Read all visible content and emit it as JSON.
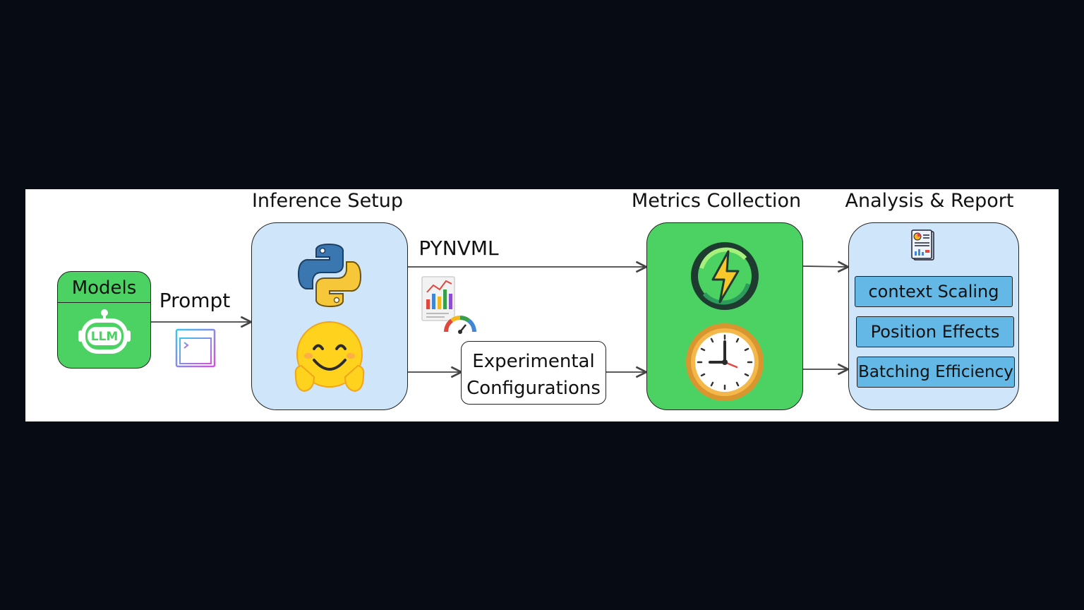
{
  "stages": {
    "models": {
      "title": "Models",
      "badge": "LLM"
    },
    "prompt": {
      "label": "Prompt"
    },
    "inference": {
      "title": "Inference Setup"
    },
    "pynvml": {
      "label": "PYNVML"
    },
    "experimental": {
      "line1": "Experimental",
      "line2": "Configurations"
    },
    "metrics": {
      "title": "Metrics Collection"
    },
    "analysis": {
      "title": "Analysis & Report",
      "items": [
        "context Scaling",
        "Position Effects",
        "Batching Efficiency"
      ]
    }
  },
  "icons": [
    "llm-robot-icon",
    "terminal-window-icon",
    "python-logo-icon",
    "hugging-face-emoji-icon",
    "chart-report-icon",
    "gauge-icon",
    "energy-cycle-icon",
    "clock-icon",
    "report-document-icon"
  ],
  "colors": {
    "models_fill": "#4cd263",
    "inference_fill": "#cfe6fa",
    "metrics_fill": "#4cd263",
    "analysis_fill": "#cfe6fa",
    "item_fill": "#63b8e6"
  }
}
